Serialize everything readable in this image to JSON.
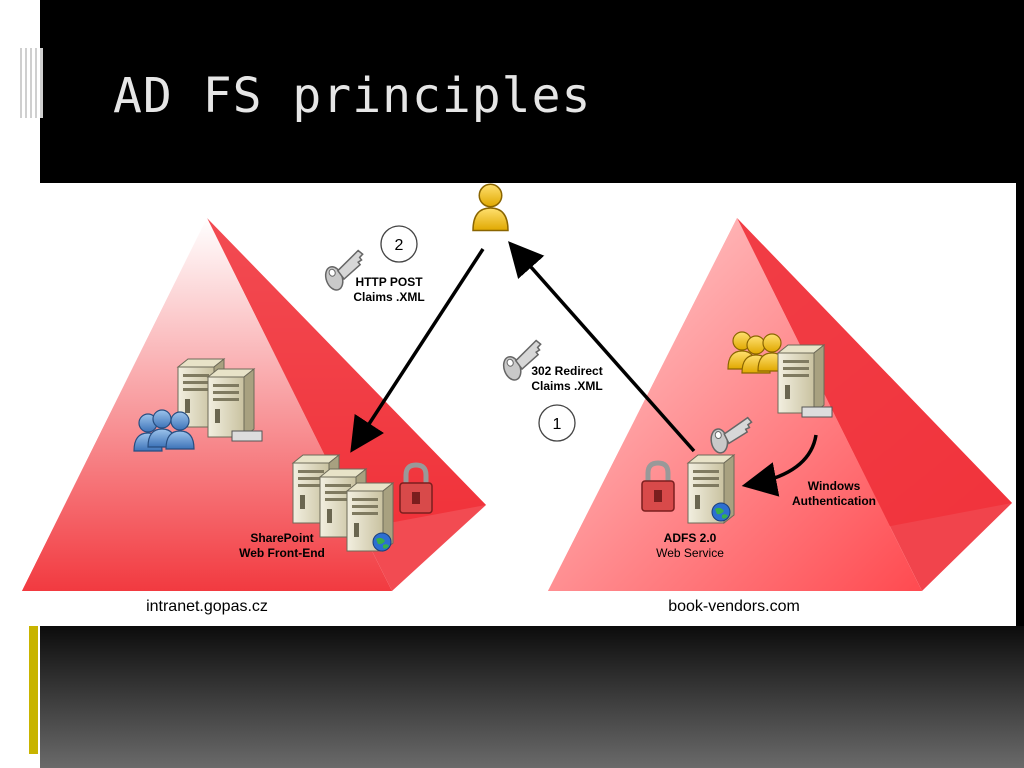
{
  "slide": {
    "title": "AD FS principles",
    "colors": {
      "accent_gold": "#c8b400",
      "triangle_red": "#f23a40",
      "title_text": "#e6e6e6"
    }
  },
  "diagram": {
    "left_domain": {
      "label": "intranet.gopas.cz",
      "server_caption_line1": "SharePoint",
      "server_caption_line2": "Web Front-End"
    },
    "right_domain": {
      "label": "book-vendors.com",
      "adfs_caption_line1": "ADFS 2.0",
      "adfs_caption_line2": "Web Service",
      "auth_caption_line1": "Windows",
      "auth_caption_line2": "Authentication"
    },
    "steps": [
      {
        "number": "1",
        "line1": "302 Redirect",
        "line2": "Claims .XML"
      },
      {
        "number": "2",
        "line1": "HTTP POST",
        "line2": "Claims .XML"
      }
    ],
    "icons": [
      "user-icon",
      "key-icon",
      "server-icon",
      "users-group-icon",
      "padlock-icon",
      "globe-icon"
    ]
  }
}
